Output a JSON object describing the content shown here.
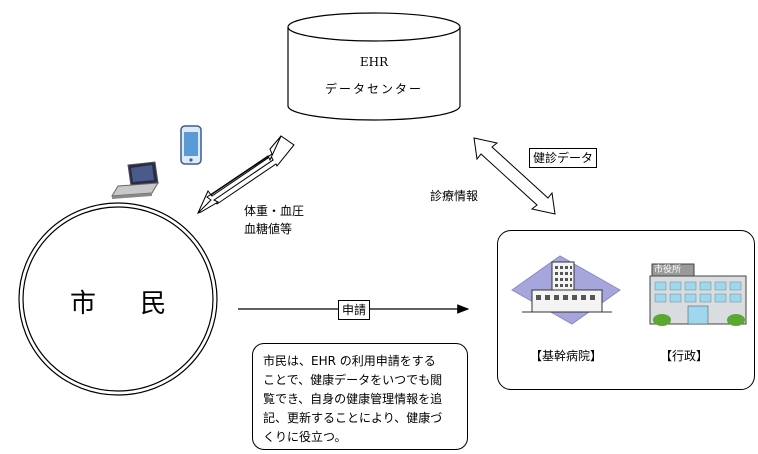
{
  "ehr": {
    "line1": "EHR",
    "line2": "データセンター"
  },
  "arrows": {
    "left_label_line1": "体重・血圧",
    "left_label_line2": "血糖値等",
    "right_label_upper": "健診データ",
    "right_label_lower": "診療情報",
    "apply_label": "申請"
  },
  "citizen": {
    "label": "市 民"
  },
  "note": {
    "lines": [
      "市民は、EHR の利用申請をする",
      "ことで、健康データをいつでも閲",
      "覧でき、自身の健康管理情報を追",
      "記、更新することにより、健康づ",
      "くりに役立つ。"
    ]
  },
  "organizations": {
    "hospital_label": "【基幹病院】",
    "government_label": "【行政】",
    "government_sign": "市役所"
  },
  "colors": {
    "hospital_fill": "#a6a6dc",
    "building_sky": "#9fd8ee",
    "tree_green": "#5aa832",
    "phone_blue": "#5b9bd5"
  }
}
